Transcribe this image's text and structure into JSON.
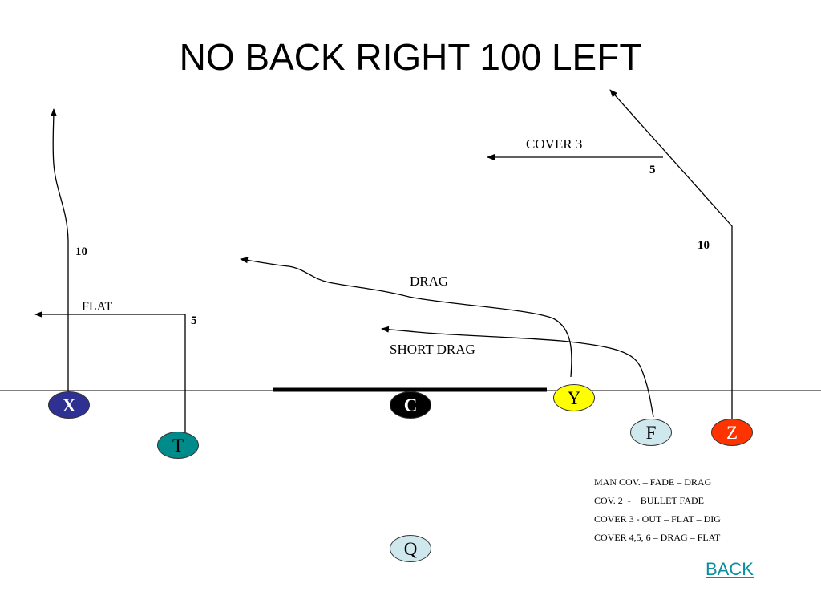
{
  "title": "NO BACK RIGHT 100 LEFT",
  "players": {
    "x": "X",
    "c": "C",
    "y": "Y",
    "t": "T",
    "f": "F",
    "z": "Z",
    "q": "Q"
  },
  "route_labels": {
    "cover3": "COVER 3",
    "drag": "DRAG",
    "flat": "FLAT",
    "short_drag": "SHORT DRAG"
  },
  "yard_marks": {
    "x_route": "10",
    "z_route": "10",
    "t_route": "5",
    "z_cover3": "5"
  },
  "coverage_notes": [
    "MAN COV. – FADE – DRAG",
    "COV. 2  -    BULLET FADE",
    "COVER 3 - OUT – FLAT – DIG",
    "COVER 4,5, 6 – DRAG – FLAT"
  ],
  "back_link": "BACK",
  "colors": {
    "x": "#2e3192",
    "c": "#000000",
    "y": "#ffff00",
    "t": "#008b8b",
    "f": "#cfe8ee",
    "z": "#ff3300",
    "q": "#cfe8ee"
  }
}
